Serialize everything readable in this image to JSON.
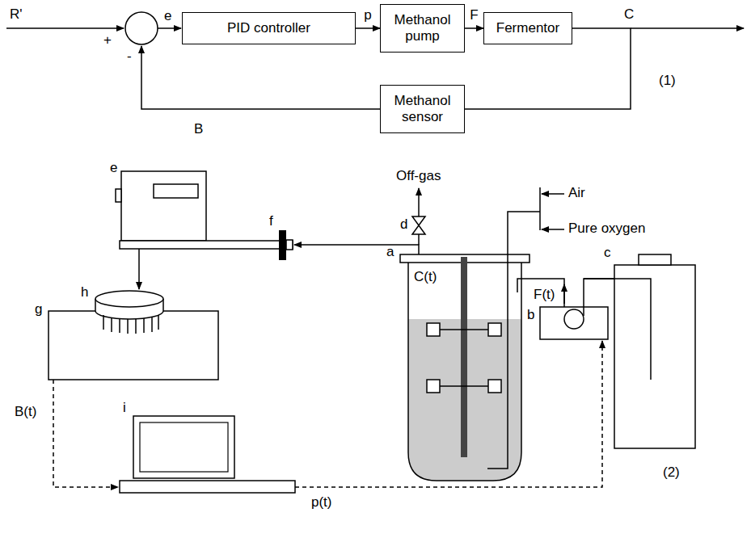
{
  "diagram": {
    "nodes": [
      {
        "text": [
          "PID controller"
        ]
      },
      {
        "text": [
          "Methanol pump"
        ]
      },
      {
        "text": [
          "Fermentor"
        ]
      },
      {
        "text": [
          "Methanol sensor"
        ]
      }
    ],
    "edges": [
      {
        "from": 0,
        "to": 1,
        "label": "p",
        "arrow": "to"
      },
      {
        "from": 1,
        "to": 2,
        "label": "F",
        "arrow": "to"
      },
      {
        "from": 2,
        "to": 3,
        "arrow": "none"
      }
    ],
    "labels": [
      "R'",
      "+",
      "e",
      "-",
      "C",
      "B",
      "(1)",
      "Off-gas",
      "d",
      "Air",
      "Pure oxygen",
      "a",
      "C(t)",
      "F(t)",
      "b",
      "c",
      "e",
      "f",
      "g",
      "h",
      "B(t)",
      "i",
      "p(t)",
      "(2)"
    ]
  }
}
